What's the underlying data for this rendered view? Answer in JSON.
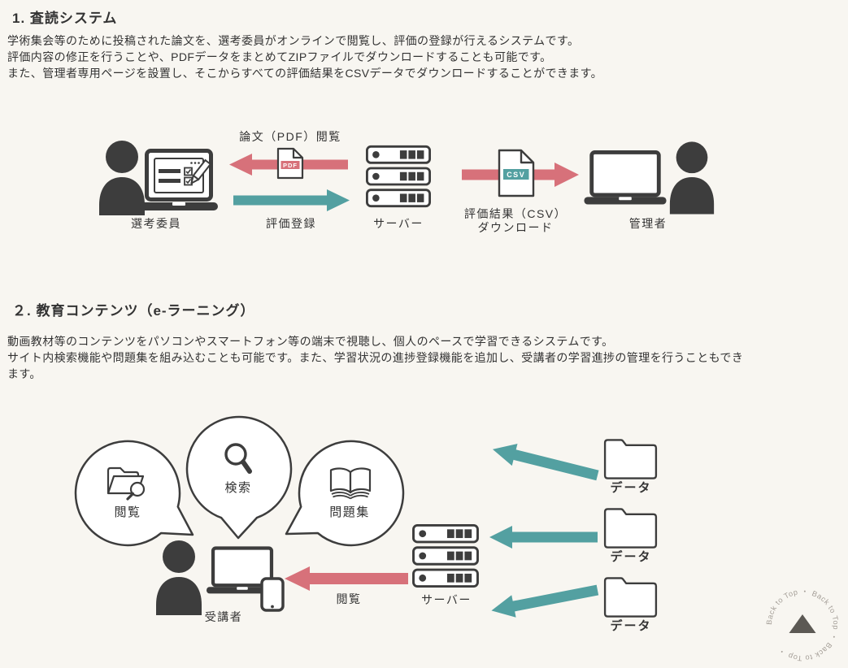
{
  "colors": {
    "background": "#f8f6f1",
    "icon_dark": "#3d3d3d",
    "accent_red": "#d7717a",
    "accent_teal": "#53a0a1",
    "text": "#333333",
    "back_to_top_text": "#a49e97",
    "back_to_top_triangle": "#5c5954"
  },
  "sections": [
    {
      "heading": "1. 査読システム",
      "lines": [
        "学術集会等のために投稿された論文を、選考委員がオンラインで閲覧し、評価の登録が行えるシステムです。",
        "評価内容の修正を行うことや、PDFデータをまとめてZIPファイルでダウンロードすることも可能です。",
        "また、管理者専用ページを設置し、そこからすべての評価結果をCSVデータでダウンロードすることができます。"
      ]
    },
    {
      "heading": "２. 教育コンテンツ（e-ラーニング）",
      "lines": [
        "動画教材等のコンテンツをパソコンやスマートフォン等の端末で視聴し、個人のペースで学習できるシステムです。",
        "サイト内検索機能や問題集を組み込むことも可能です。また、学習状況の進捗登録機能を追加し、受講者の学習進捗の管理を行うこともでき",
        "ます。"
      ]
    }
  ],
  "diagram1": {
    "reviewer_label": "選考委員",
    "pdf_flow_label": "論文（PDF）閲覧",
    "pdf_badge": "PDF",
    "register_label": "評価登録",
    "server_label": "サーバー",
    "csv_flow_lines": [
      "評価結果（CSV）",
      "ダウンロード"
    ],
    "csv_badge": "CSV",
    "admin_label": "管理者"
  },
  "diagram2": {
    "bubble_browse_label": "閲覧",
    "bubble_search_label": "検索",
    "bubble_quiz_label": "問題集",
    "student_label": "受講者",
    "view_label": "閲覧",
    "server_label": "サーバー",
    "data_labels": [
      "データ",
      "データ",
      "データ"
    ]
  },
  "back_to_top": {
    "label": "Back to Top",
    "ring_text": "Back to Top ・ Back to Top ・ Back to Top ・"
  }
}
